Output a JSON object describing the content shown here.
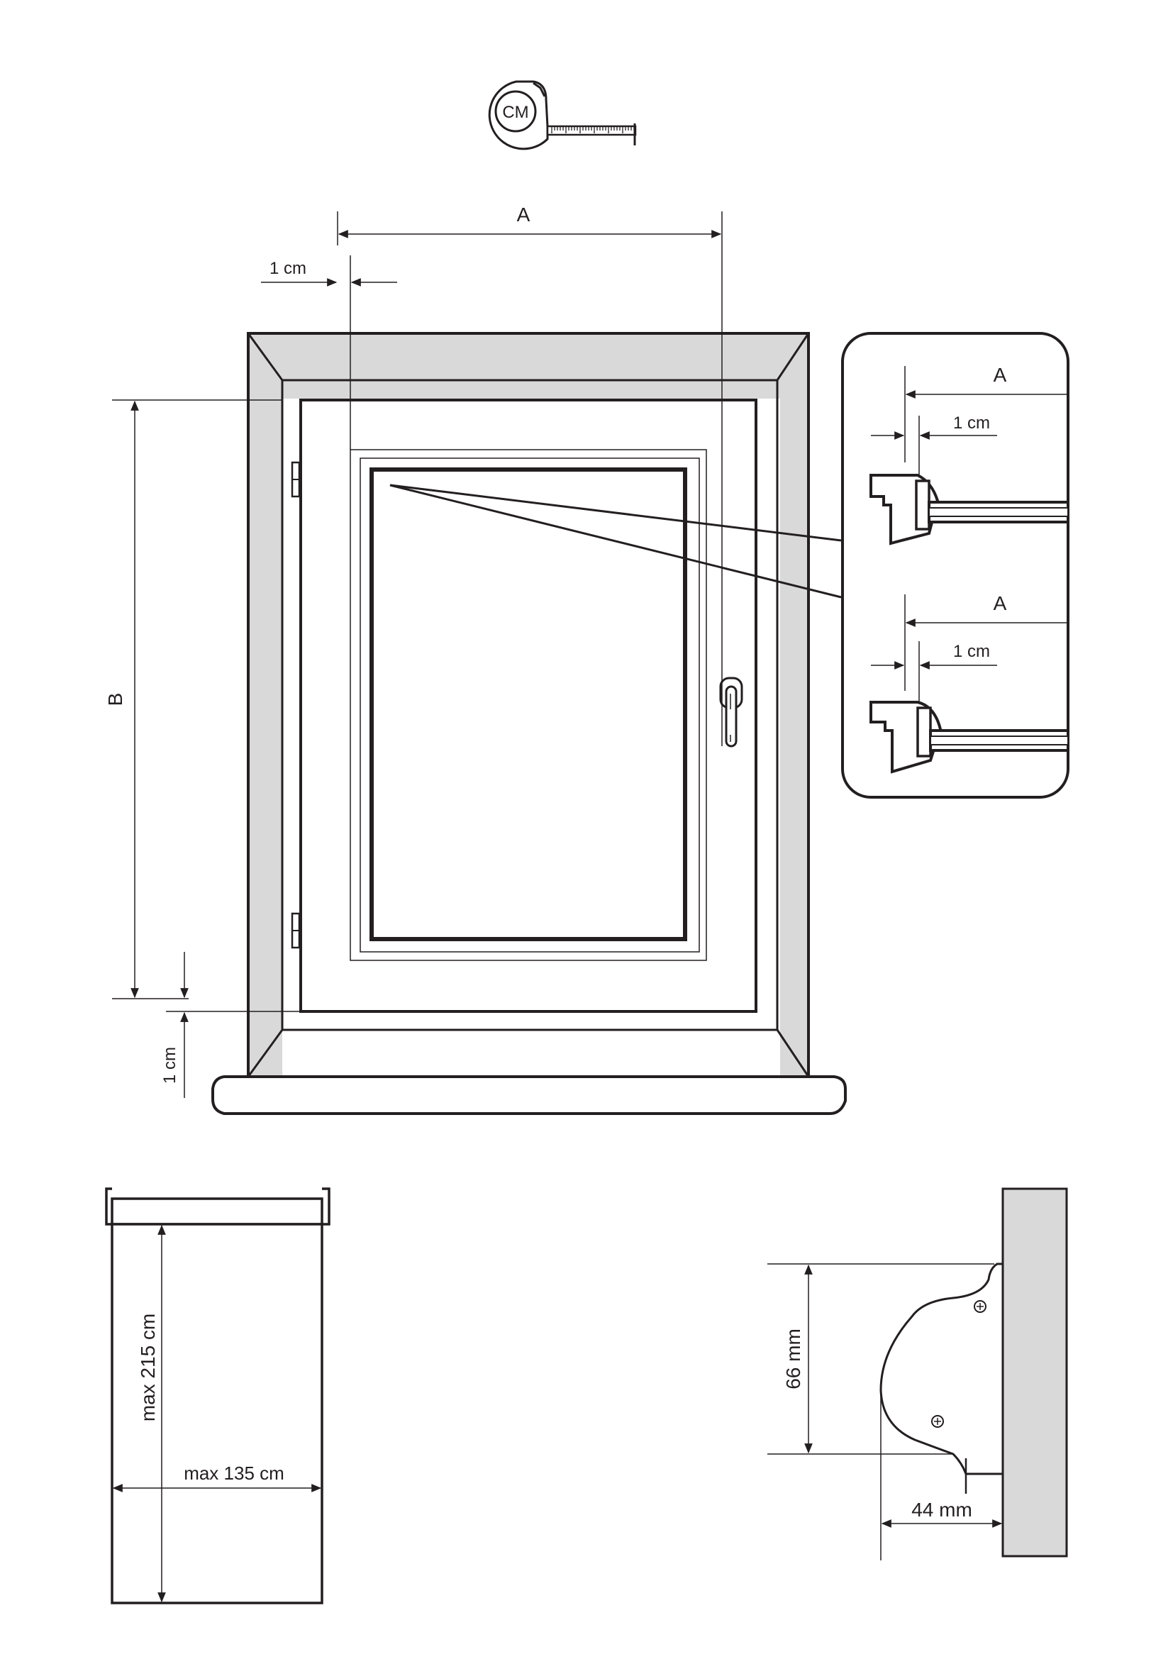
{
  "tape_measure": {
    "unit_label": "CM",
    "icon": "tape-measure-icon"
  },
  "window_diagram": {
    "width_label": "A",
    "height_label": "B",
    "top_offset_label": "1 cm",
    "bottom_offset_label": "1 cm"
  },
  "detail_callout": {
    "upper": {
      "width_label": "A",
      "offset_label": "1 cm"
    },
    "lower": {
      "width_label": "A",
      "offset_label": "1 cm"
    }
  },
  "blind_size": {
    "max_height_label": "max 215 cm",
    "max_width_label": "max 135 cm"
  },
  "cassette_profile": {
    "height_label": "66 mm",
    "depth_label": "44 mm"
  },
  "colors": {
    "line": "#231f20",
    "frame_fill": "#d9d9d9",
    "wall_fill": "#d9d9d9",
    "background": "#ffffff"
  }
}
